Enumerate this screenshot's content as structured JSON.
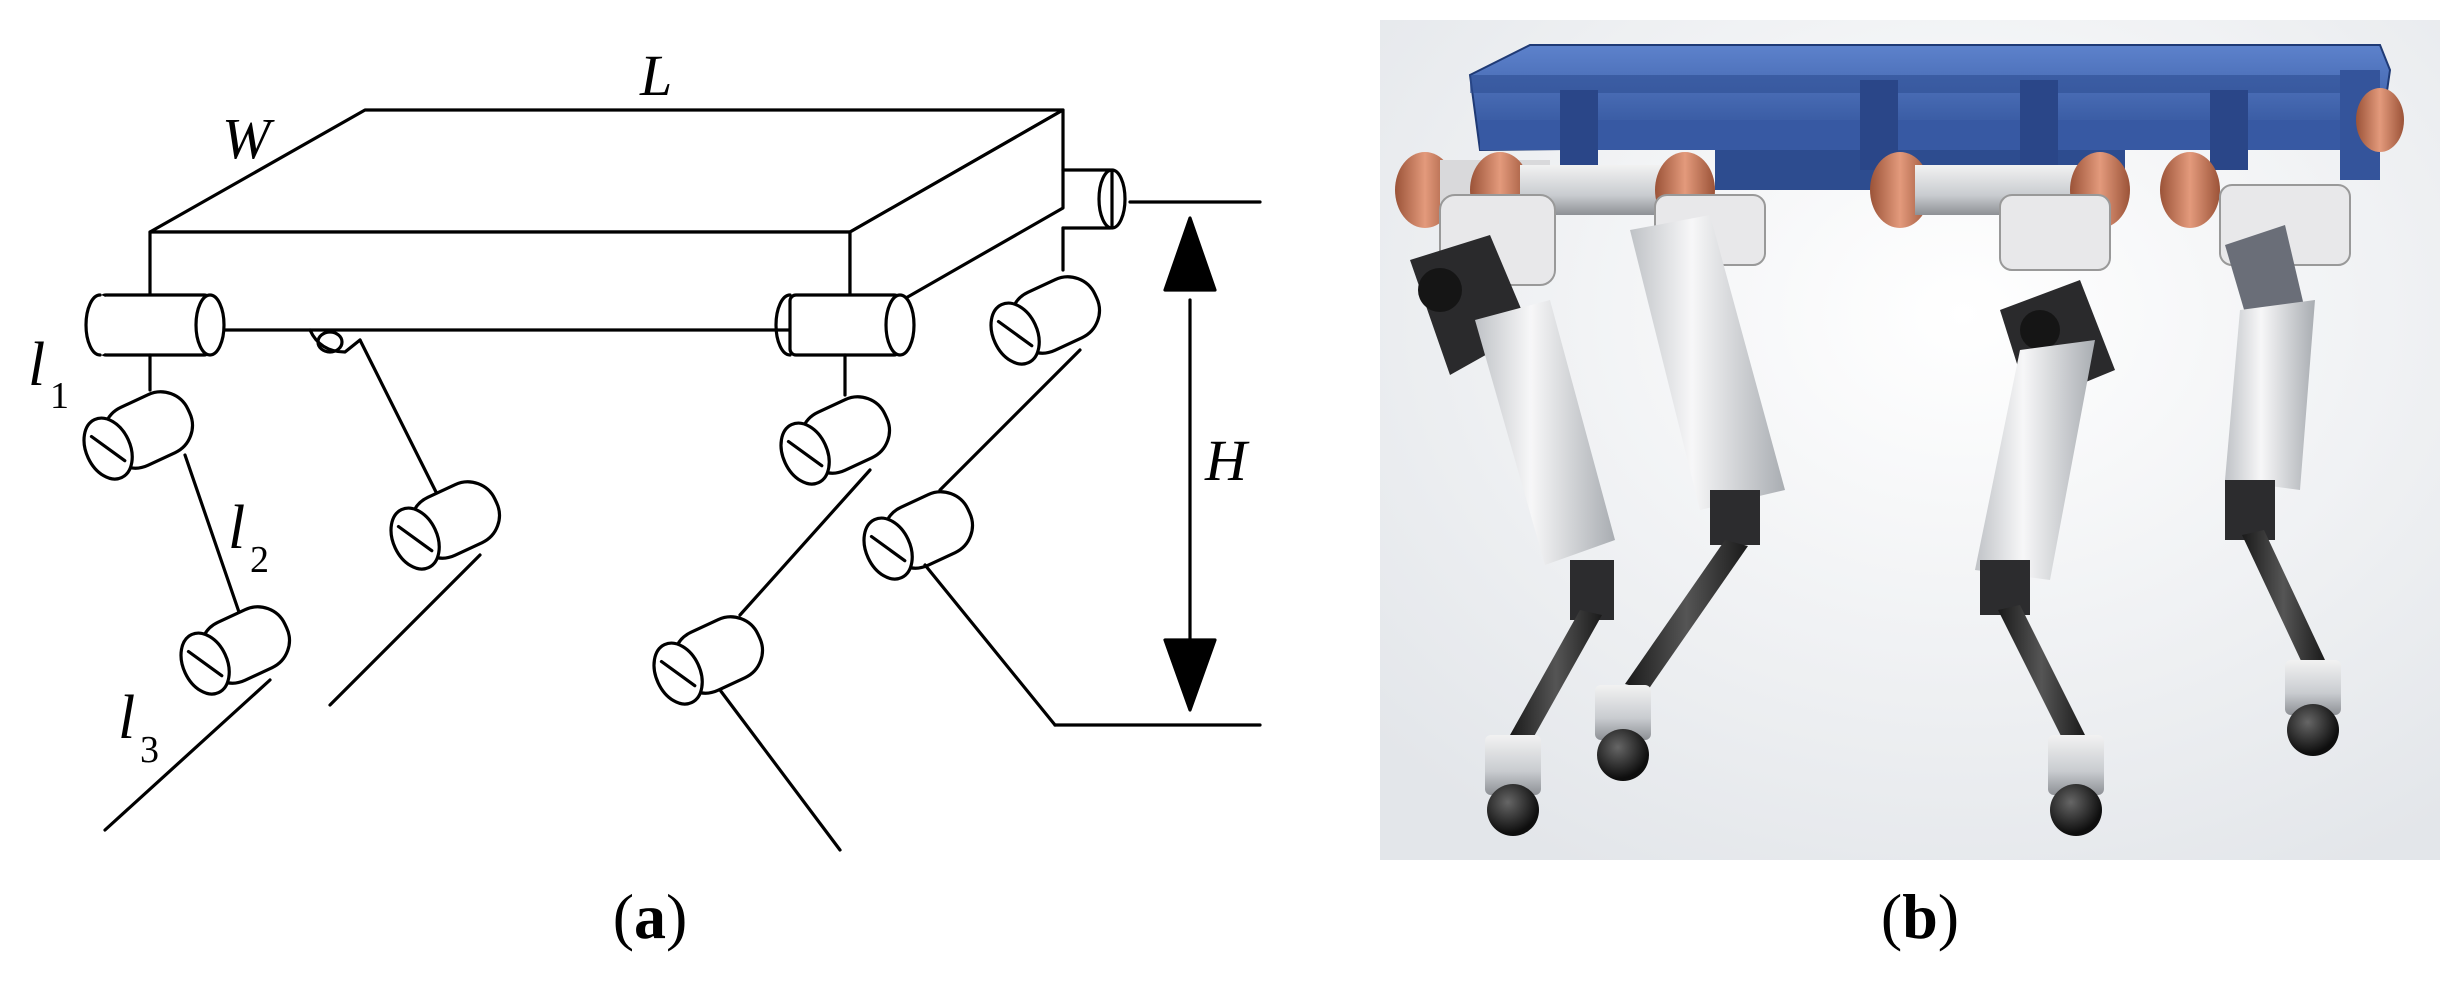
{
  "panel_a": {
    "label_L": "L",
    "label_W": "W",
    "label_H": "H",
    "label_l1_base": "l",
    "label_l1_sub": "1",
    "label_l2_base": "l",
    "label_l2_sub": "2",
    "label_l3_base": "l",
    "label_l3_sub": "3",
    "caption_open": "(",
    "caption_letter": "a",
    "caption_close": ")"
  },
  "panel_b": {
    "caption_open": "(",
    "caption_letter": "b",
    "caption_close": ")",
    "colors": {
      "frame_blue": "#3d62b0",
      "joint_copper": "#c8765a",
      "link_white": "#e8e8ea",
      "bracket_dark": "#2c2c2e",
      "foot_black": "#151515",
      "background": "#eef0f3"
    }
  }
}
